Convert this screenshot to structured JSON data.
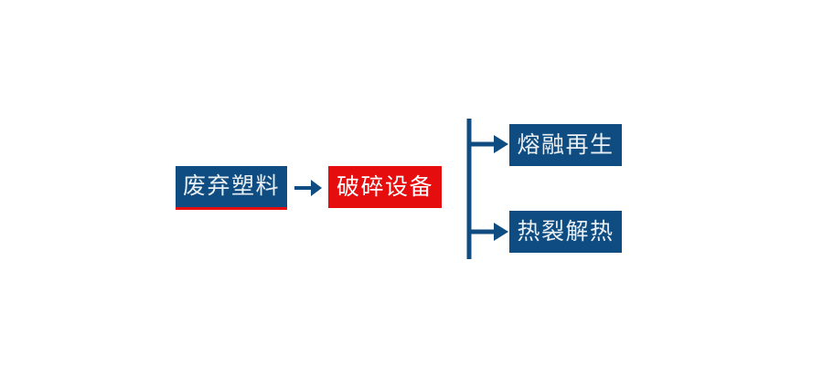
{
  "diagram": {
    "type": "process-flow",
    "orientation": "left-to-right",
    "background_color": "#ffffff",
    "colors": {
      "node_blue": "#0f4c81",
      "node_red": "#e50d0d",
      "node_text": "#e9eef3",
      "node_text_on_red": "#ffffff",
      "connector": "#0f4c81",
      "accent_rule": "#e50d0d"
    },
    "nodes": [
      {
        "id": "waste-plastic",
        "label": "废弃塑料",
        "style": "blue",
        "stage": 1
      },
      {
        "id": "crusher",
        "label": "破碎设备",
        "style": "red",
        "stage": 2
      },
      {
        "id": "melt-regeneration",
        "label": "熔融再生",
        "style": "blue",
        "stage": 3,
        "branch": "top"
      },
      {
        "id": "pyrolysis-heat",
        "label": "热裂解热",
        "style": "blue",
        "stage": 3,
        "branch": "bottom"
      }
    ],
    "connectors": [
      {
        "id": "waste-to-crusher",
        "icon": "arrow-right-icon",
        "from": "waste-plastic",
        "to": "crusher"
      },
      {
        "id": "branch-split",
        "icon": "branch-arrow-icon",
        "from": "crusher",
        "to": [
          "melt-regeneration",
          "pyrolysis-heat"
        ]
      }
    ]
  }
}
